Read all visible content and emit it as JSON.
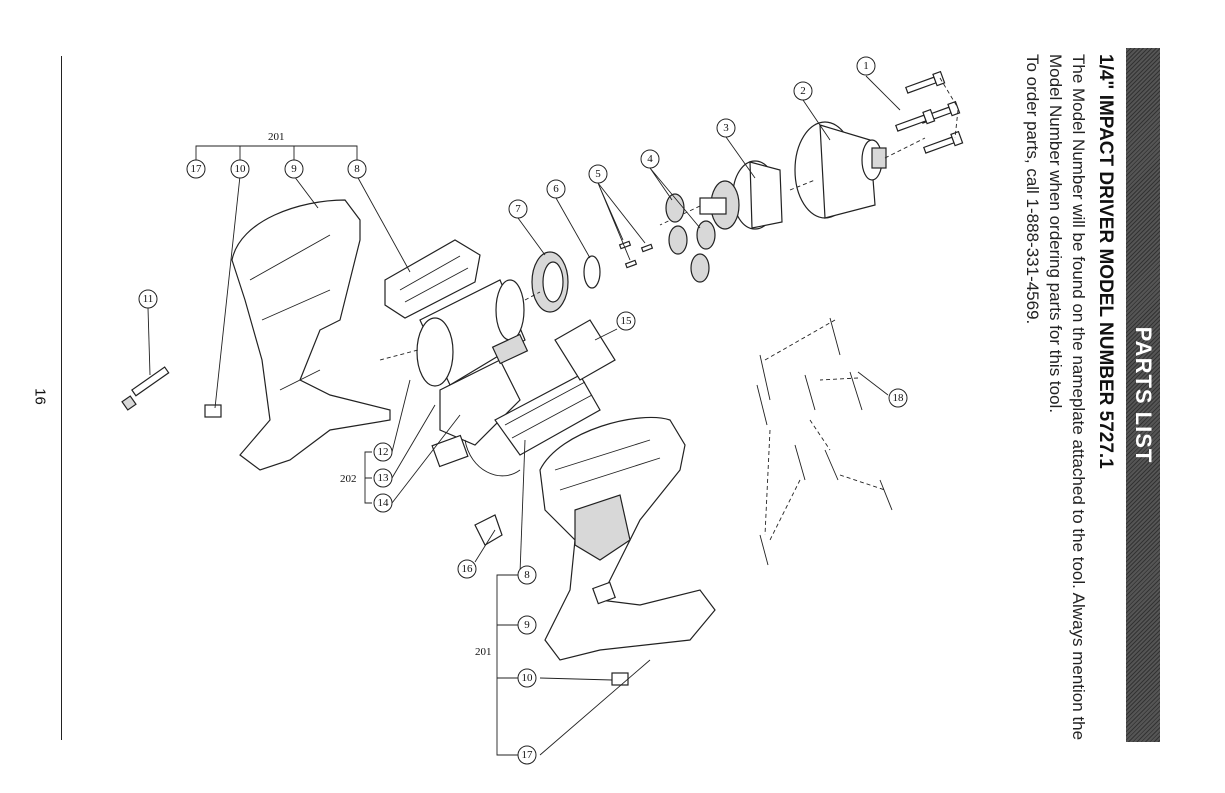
{
  "header": {
    "banner_title": "PARTS LIST",
    "model_heading": "1/4\" IMPACT DRIVER MODEL NUMBER 5727.1",
    "intro_text": "The Model Number will be found on the nameplate attached to the tool. Always mention the Model Number when ordering parts for this tool.",
    "order_text": "To order parts, call 1-888-331-4569."
  },
  "page_number": "16",
  "callouts": [
    "1",
    "2",
    "3",
    "4",
    "5",
    "6",
    "7",
    "8",
    "9",
    "10",
    "11",
    "12",
    "13",
    "14",
    "15",
    "16",
    "17",
    "18",
    "8",
    "9",
    "10",
    "17"
  ],
  "groups": [
    "201",
    "202",
    "201"
  ]
}
